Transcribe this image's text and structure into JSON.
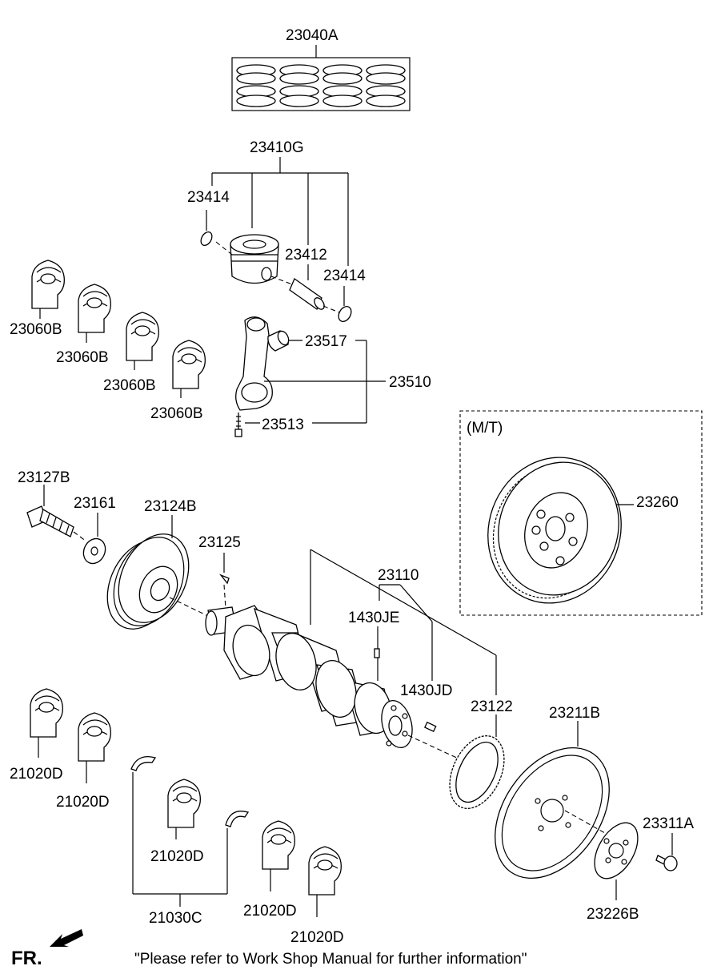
{
  "labels": {
    "p23040A": "23040A",
    "p23410G": "23410G",
    "p23414_a": "23414",
    "p23412": "23412",
    "p23414_b": "23414",
    "p23517": "23517",
    "p23510": "23510",
    "p23513": "23513",
    "p23060B_1": "23060B",
    "p23060B_2": "23060B",
    "p23060B_3": "23060B",
    "p23060B_4": "23060B",
    "mt": "(M/T)",
    "p23260": "23260",
    "p23127B": "23127B",
    "p23161": "23161",
    "p23124B": "23124B",
    "p23125": "23125",
    "p23110": "23110",
    "p1430JE": "1430JE",
    "p1430JD": "1430JD",
    "p23122": "23122",
    "p23211B": "23211B",
    "p23311A": "23311A",
    "p23226B": "23226B",
    "p21020D_1": "21020D",
    "p21020D_2": "21020D",
    "p21020D_3": "21020D",
    "p21020D_4": "21020D",
    "p21020D_5": "21020D",
    "p21030C": "21030C"
  },
  "footer": {
    "fr": "FR.",
    "note": "\"Please refer to Work Shop Manual for further information\""
  }
}
